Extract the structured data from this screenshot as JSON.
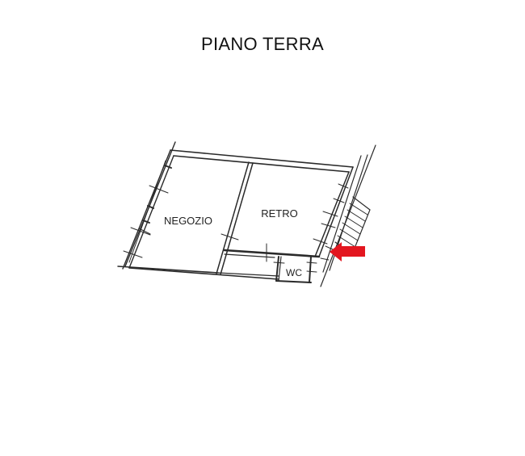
{
  "title": "PIANO TERRA",
  "rooms": [
    {
      "id": "negozio",
      "label": "NEGOZIO"
    },
    {
      "id": "retro",
      "label": "RETRO"
    },
    {
      "id": "wc",
      "label": "WC"
    }
  ],
  "entrance_marker": {
    "icon": "arrow-left-icon",
    "color": "#e3161f"
  },
  "colors": {
    "background": "#ffffff",
    "lines": "#2a2a2a",
    "text": "#111111"
  }
}
